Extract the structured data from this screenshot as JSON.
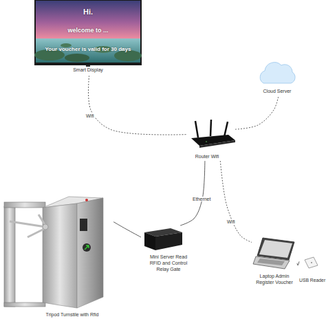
{
  "diagram": {
    "nodes": [
      {
        "text": [
          "Hi.",
          "welcome to ...",
          "Your voucher is valid for 30 days",
          "Smart Display"
        ]
      },
      {
        "text": [
          "Cloud Server"
        ]
      },
      {
        "text": [
          "Router Wifi"
        ]
      },
      {
        "text": [
          "Tripod Turnstile with Rfid"
        ]
      },
      {
        "text": [
          "Mini Server Read RFID and Control Relay Gate"
        ]
      },
      {
        "text": [
          "Laptop Admin Register Voucher"
        ]
      },
      {
        "text": [
          "USB Reader"
        ]
      }
    ],
    "edges": [
      {
        "from": 0,
        "to": 2,
        "label": "Wifi",
        "arrow": "none"
      },
      {
        "from": 2,
        "to": 1,
        "arrow": "none"
      },
      {
        "from": 2,
        "to": 4,
        "label": "Ethernet",
        "arrow": "none"
      },
      {
        "from": 2,
        "to": 5,
        "label": "Wifi",
        "arrow": "none"
      },
      {
        "from": 4,
        "to": 3,
        "arrow": "none"
      },
      {
        "from": 6,
        "to": 5,
        "arrow": "none"
      }
    ]
  }
}
